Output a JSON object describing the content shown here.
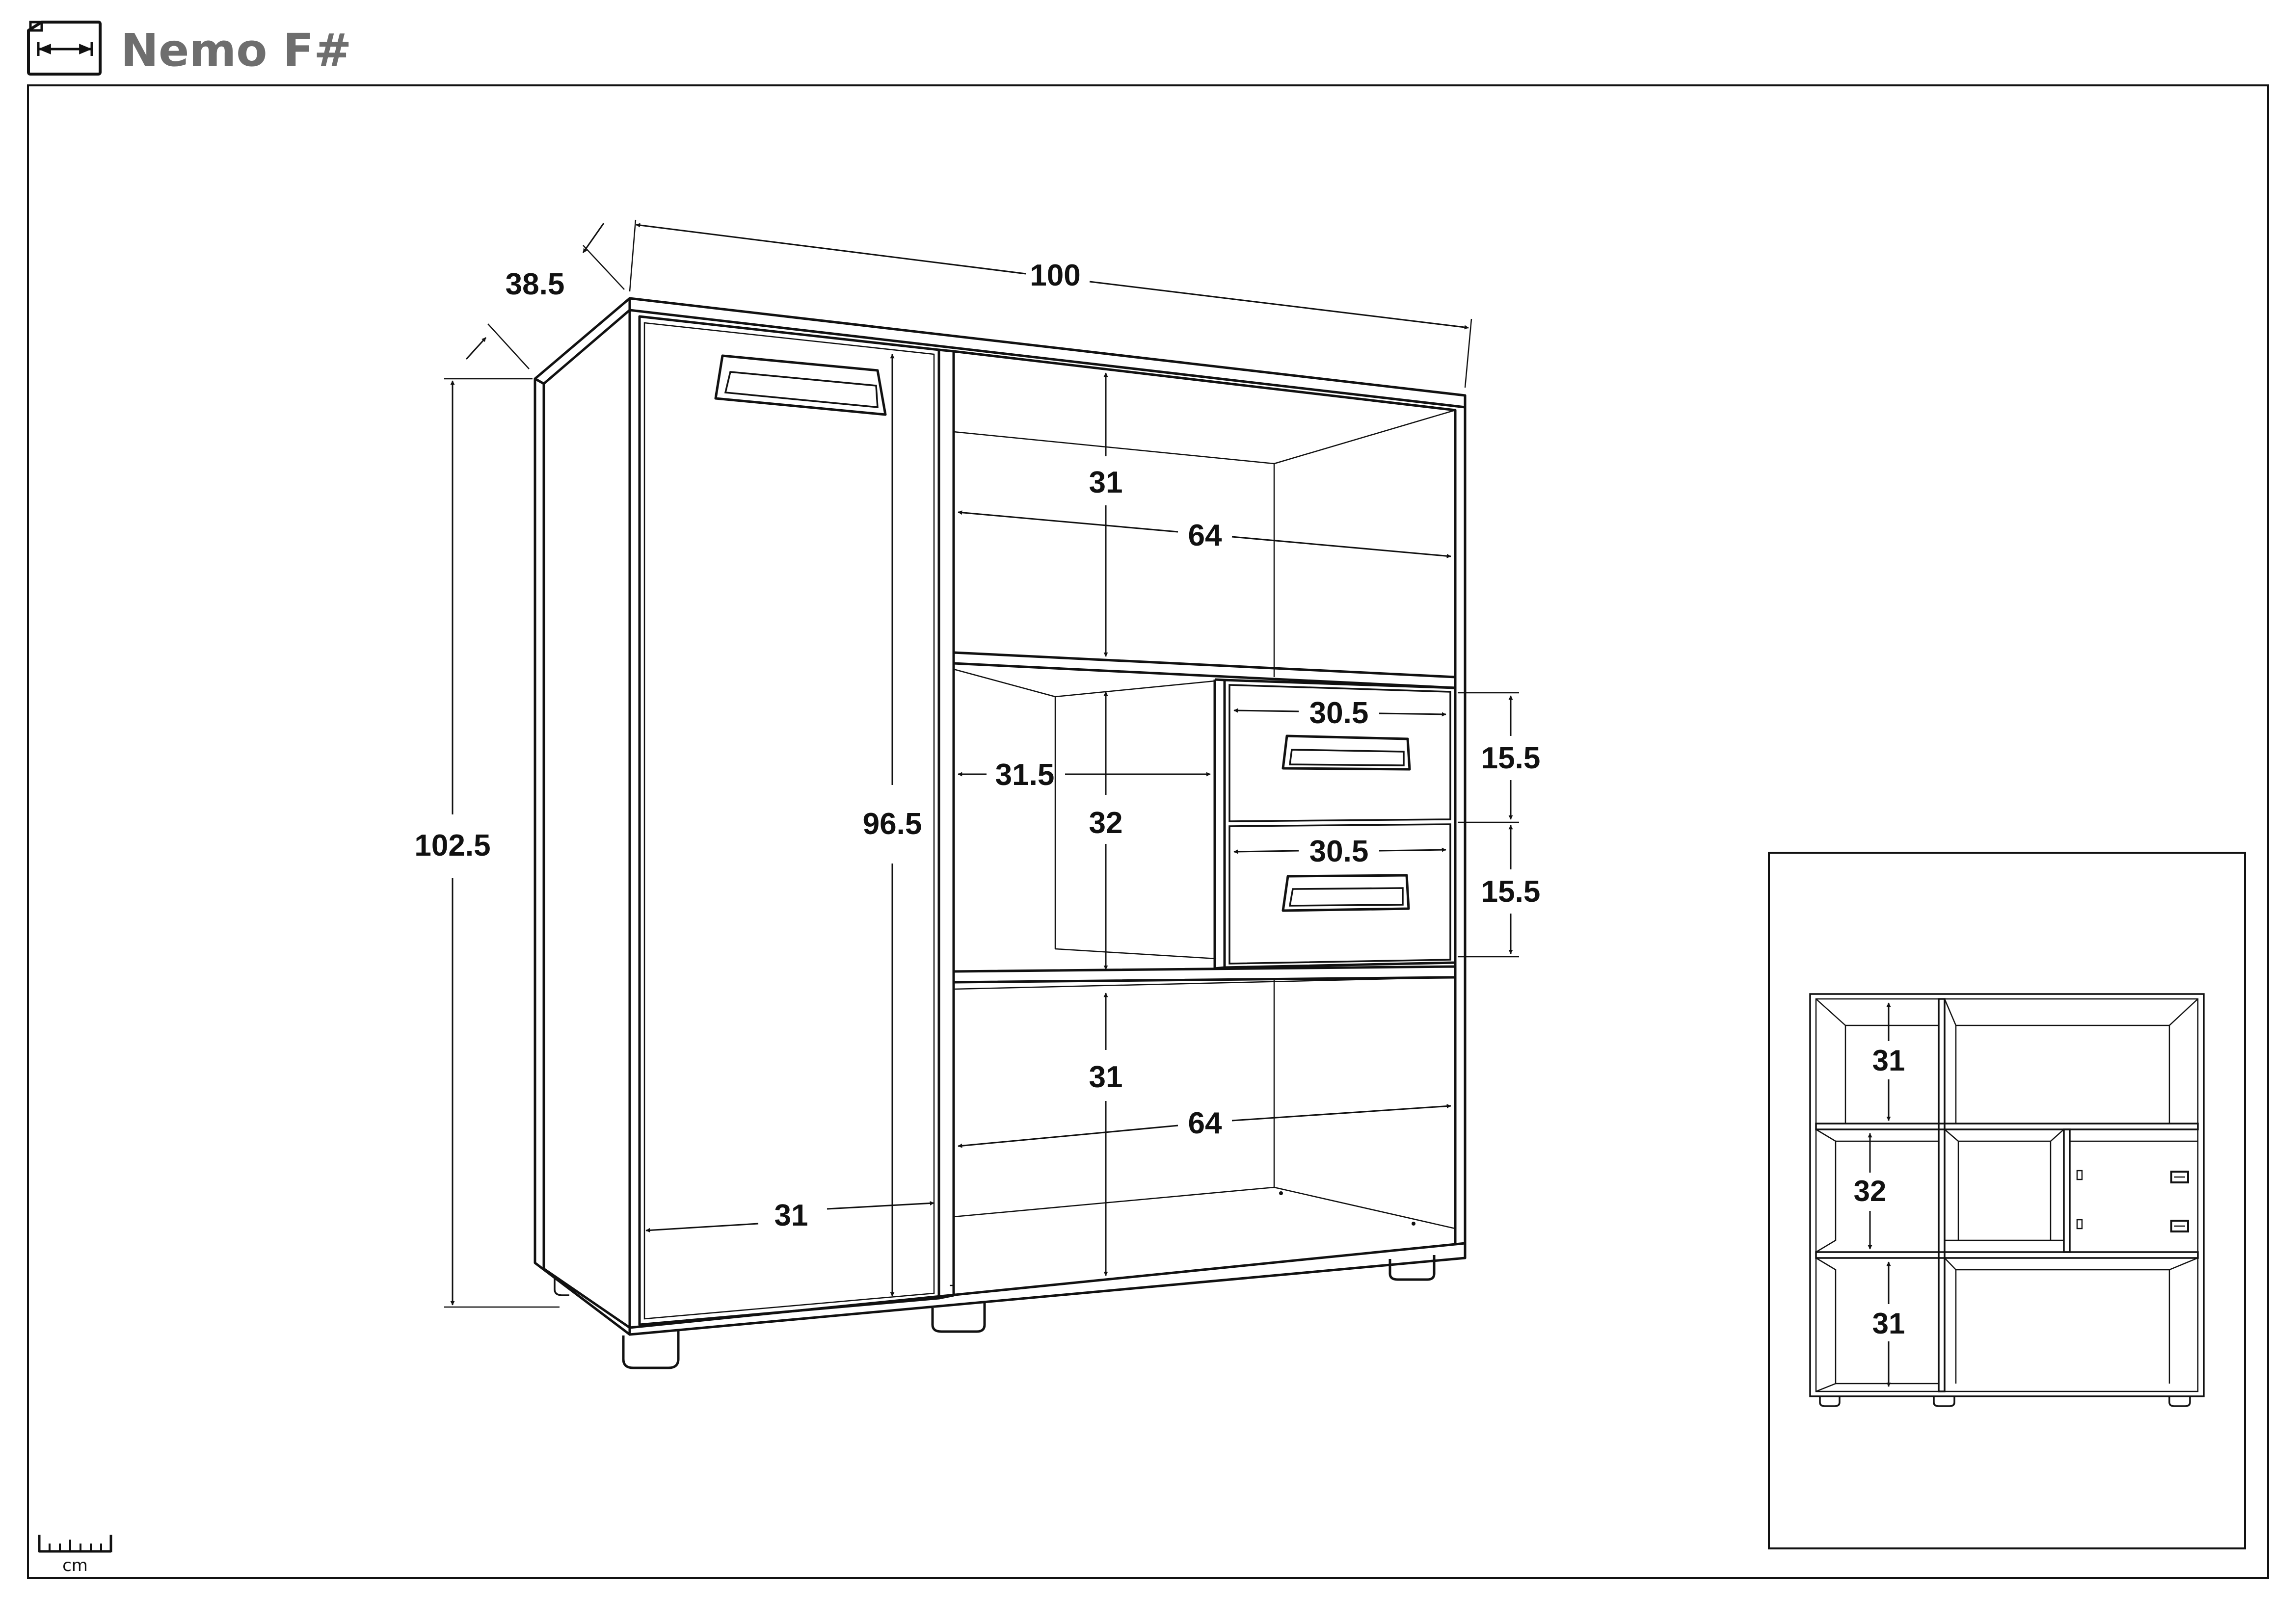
{
  "header": {
    "title": "Nemo F#",
    "icon": "dimensions-sheet-icon"
  },
  "main_view": {
    "dimensions": {
      "width": "100",
      "depth": "38.5",
      "height": "102.5",
      "door_height": "96.5",
      "door_width": "31",
      "top_shelf_height": "31",
      "top_shelf_width": "64",
      "middle_niche_width": "31.5",
      "middle_niche_height": "32",
      "drawer_top_width": "30.5",
      "drawer_top_height": "15.5",
      "drawer_bottom_width": "30.5",
      "drawer_bottom_height": "15.5",
      "bottom_shelf_height": "31",
      "bottom_shelf_width": "64"
    }
  },
  "inset_view": {
    "dimensions": {
      "top_compartment_height": "31",
      "middle_compartment_height": "32",
      "bottom_compartment_height": "31"
    }
  },
  "scale": {
    "unit": "cm",
    "icon": "ruler-icon"
  }
}
